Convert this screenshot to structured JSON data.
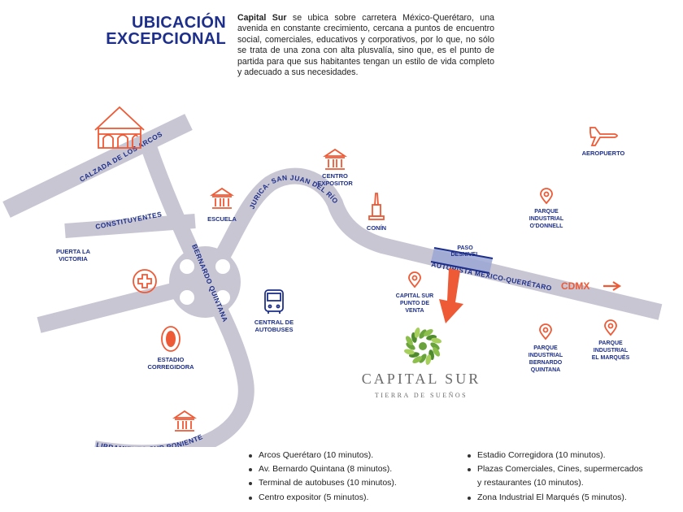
{
  "header": {
    "title_line1": "UBICACIÓN",
    "title_line2": "EXCEPCIONAL",
    "intro_bold": "Capital Sur",
    "intro_rest": " se ubica sobre carretera México-Querétaro, una avenida en constante crecimiento, cercana a puntos de encuentro social, comerciales, educativos y corporativos, por lo que, no sólo se trata de una zona con alta plusvalía, sino que, es el punto de partida para que sus habitantes tengan un estilo de vida completo y adecuado a sus necesidades."
  },
  "map": {
    "roads": {
      "calzada": "CALZADA DE LOS ARCOS",
      "constituyentes": "CONSTITUYENTES",
      "jurica": "JURICA- SAN JUAN DEL RÍO",
      "bernardo": "BERNARDO QUINTANA",
      "autopista": "AUTOPISTA MÉXICO-QUERÉTARO",
      "libramiento": "LIBRAMIENTO SUR PONIENTE"
    },
    "places": {
      "aeropuerto": "AEROPUERTO",
      "centro_expositor_1": "CENTRO",
      "centro_expositor_2": "EXPOSITOR",
      "escuela": "ESCUELA",
      "conin": "CONÍN",
      "parque_odonnell_1": "PARQUE",
      "parque_odonnell_2": "INDUSTRIAL",
      "parque_odonnell_3": "O'DONNELL",
      "puerta_1": "PUERTA LA",
      "puerta_2": "VICTORIA",
      "paso_1": "PASO",
      "paso_2": "DESNIVEL",
      "cdmx": "CDMX",
      "cs_venta_1": "CAPITAL SUR",
      "cs_venta_2": "PUNTO DE",
      "cs_venta_3": "VENTA",
      "central_1": "CENTRAL DE",
      "central_2": "AUTOBUSES",
      "estadio_1": "ESTADIO",
      "estadio_2": "CORREGIDORA",
      "bq_1": "PARQUE",
      "bq_2": "INDUSTRIAL",
      "bq_3": "BERNARDO",
      "bq_4": "QUINTANA",
      "marques_1": "PARQUE",
      "marques_2": "INDUSTRIAL",
      "marques_3": "EL MARQUÉS"
    },
    "logo": {
      "name": "CAPITAL SUR",
      "tagline": "TIERRA DE SUEÑOS"
    }
  },
  "lists": {
    "left": [
      "Arcos Querétaro (10 minutos).",
      "Av. Bernardo Quintana (8 minutos).",
      "Terminal de autobuses (10 minutos).",
      "Centro expositor (5 minutos)."
    ],
    "right": [
      "Estadio Corregidora (10 minutos).",
      "Plazas Comerciales, Cines, supermercados",
      "y restaurantes (10 minutos).",
      "Zona Industrial El Marqués (5 minutos)."
    ]
  },
  "colors": {
    "title_blue": "#1d2f8a",
    "road_gray": "#c9c6d4",
    "accent_orange": "#ee5a35",
    "logo_green": "#6aa33c"
  }
}
